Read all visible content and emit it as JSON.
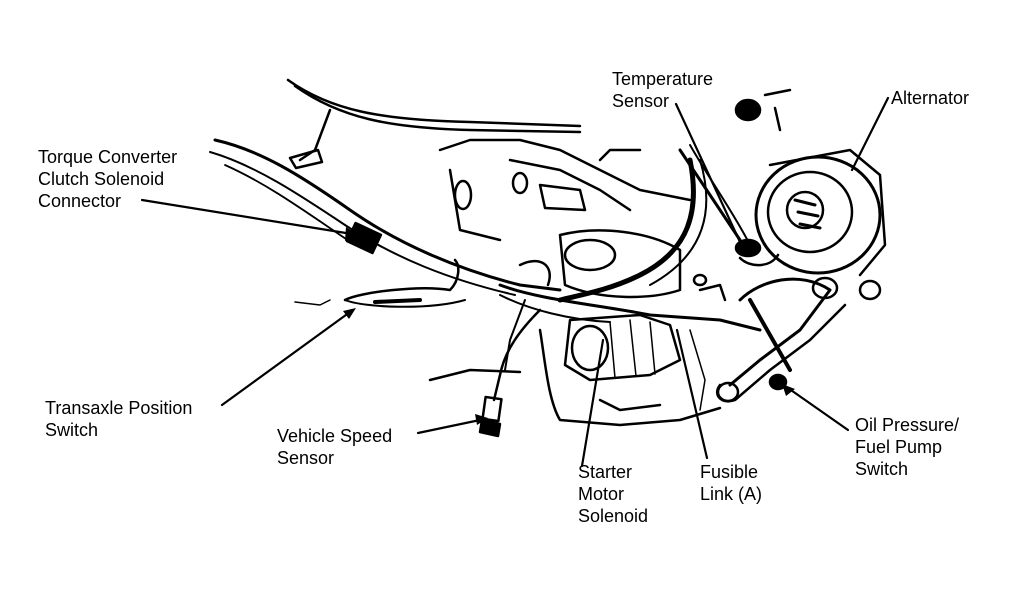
{
  "labels": {
    "temperature_sensor": [
      "Temperature",
      "Sensor"
    ],
    "alternator": [
      "Alternator"
    ],
    "torque_converter": [
      "Torque Converter",
      "Clutch Solenoid",
      "Connector"
    ],
    "transaxle_position": [
      "Transaxle Position",
      "Switch"
    ],
    "vehicle_speed": [
      "Vehicle Speed",
      "Sensor"
    ],
    "starter_motor": [
      "Starter",
      "Motor",
      "Solenoid"
    ],
    "fusible_link": [
      "Fusible",
      "Link (A)"
    ],
    "oil_pressure": [
      "Oil Pressure/",
      "Fuel Pump",
      "Switch"
    ]
  },
  "colors": {
    "ink": "#000000",
    "paper": "#ffffff"
  }
}
